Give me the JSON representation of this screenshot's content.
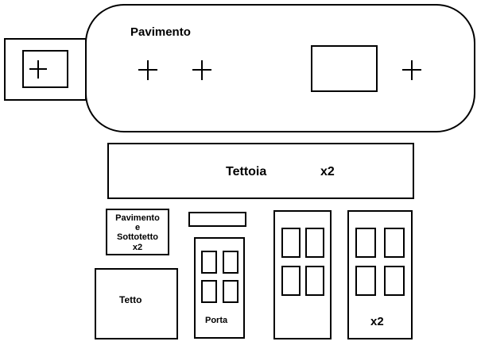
{
  "labels": {
    "pavimento": "Pavimento",
    "tettoia": "Tettoia",
    "tettoia_qty": "x2",
    "pavimento_sottotetto": [
      "Pavimento",
      "e",
      "Sottotetto",
      "x2"
    ],
    "tetto": "Tetto",
    "porta": "Porta",
    "door_right_qty": "x2"
  },
  "icons": {
    "marker": "plus-icon"
  },
  "colors": {
    "stroke": "#000000",
    "background": "#ffffff"
  }
}
